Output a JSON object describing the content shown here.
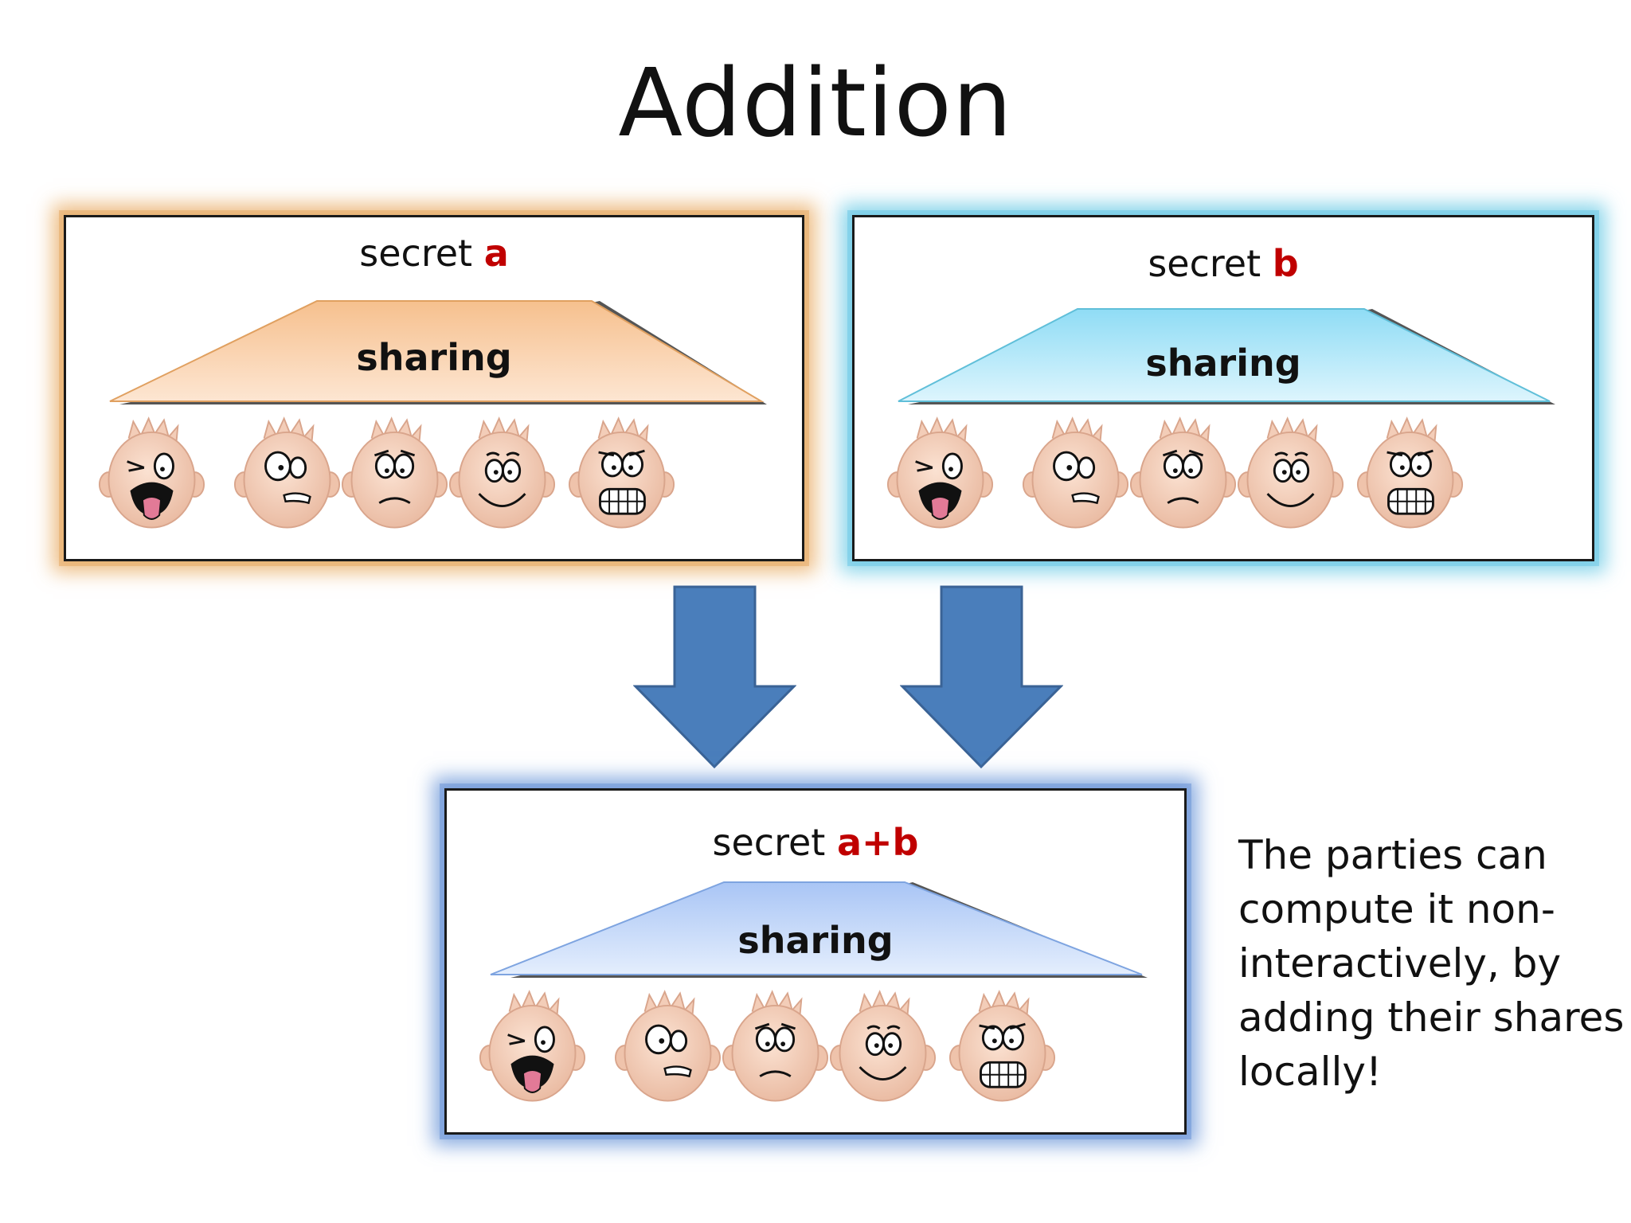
{
  "title": "Addition",
  "panels": {
    "a": {
      "prefix": "secret ",
      "var": "a",
      "label": "sharing",
      "fill_top": "#f6c08e",
      "fill_bottom": "#fde6d2",
      "glow": "#e8aa5f",
      "faces": [
        "tongue-out-face-icon",
        "grimace-face-icon",
        "worried-face-icon",
        "smiling-face-icon",
        "gritted-teeth-face-icon"
      ]
    },
    "b": {
      "prefix": "secret ",
      "var": "b",
      "label": "sharing",
      "fill_top": "#8fdcf5",
      "fill_bottom": "#ddf5fd",
      "glow": "#64c8e4",
      "faces": [
        "tongue-out-face-icon",
        "grimace-face-icon",
        "worried-face-icon",
        "smiling-face-icon",
        "gritted-teeth-face-icon"
      ]
    },
    "ab": {
      "prefix": "secret ",
      "var": "a+b",
      "label": "sharing",
      "fill_top": "#a9c5f5",
      "fill_bottom": "#e4eefd",
      "glow": "#6491d7",
      "faces": [
        "tongue-out-face-icon",
        "grimace-face-icon",
        "worried-face-icon",
        "smiling-face-icon",
        "gritted-teeth-face-icon"
      ]
    }
  },
  "arrows": {
    "color": "#4a7ebb",
    "border": "#3a6396"
  },
  "caption": {
    "lines": [
      "The parties can",
      "compute it non-",
      "interactively, by",
      "adding their shares",
      "locally!"
    ]
  },
  "colors": {
    "secret_var": "#c00000"
  }
}
